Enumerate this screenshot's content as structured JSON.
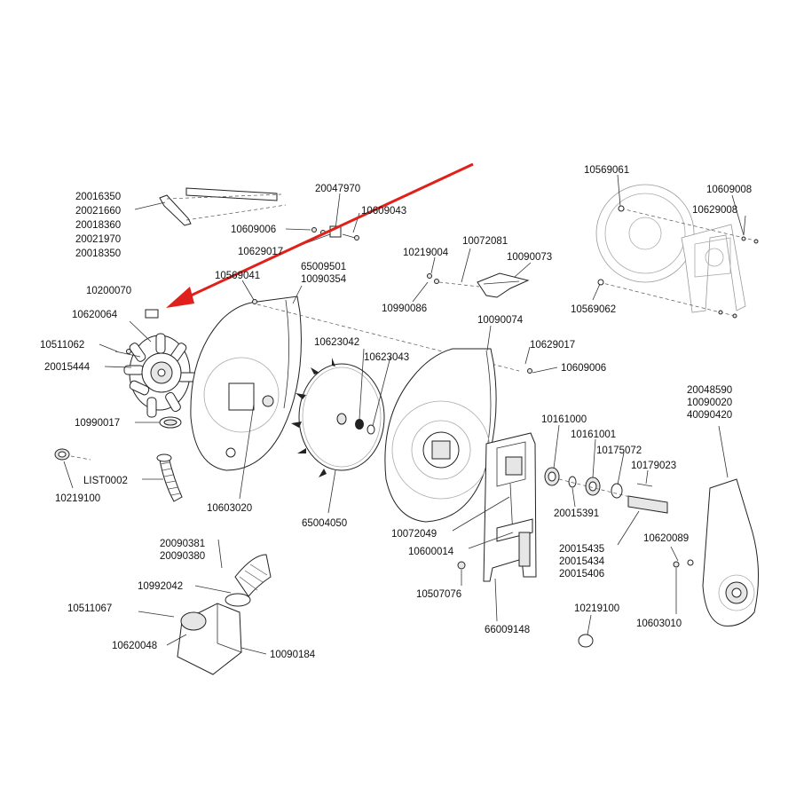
{
  "labels": {
    "l20016350": "20016350",
    "l20021660": "20021660",
    "l20018360": "20018360",
    "l20021970": "20021970",
    "l20018350": "20018350",
    "l20047970": "20047970",
    "l10609006a": "10609006",
    "l10609043": "10609043",
    "l10629017a": "10629017",
    "l10569061": "10569061",
    "l10609008": "10609008",
    "l10629008": "10629008",
    "l10569062": "10569062",
    "l10219004": "10219004",
    "l10072081": "10072081",
    "l10090073": "10090073",
    "l10990086": "10990086",
    "l10569041": "10569041",
    "l65009501": "65009501",
    "l10090354": "10090354",
    "l10200070": "10200070",
    "l10620064": "10620064",
    "l10511062": "10511062",
    "l20015444": "20015444",
    "l10623042": "10623042",
    "l10623043": "10623043",
    "l10090074": "10090074",
    "l10629017b": "10629017",
    "l10609006b": "10609006",
    "l10990017": "10990017",
    "l10161000": "10161000",
    "l10161001": "10161001",
    "l10175072": "10175072",
    "l10179023": "10179023",
    "l20048590": "20048590",
    "l10090020": "10090020",
    "l40090420": "40090420",
    "lLIST0002": "LIST0002",
    "l10219100a": "10219100",
    "l10603020": "10603020",
    "l65004050": "65004050",
    "l20015391": "20015391",
    "l10072049": "10072049",
    "l10600014": "10600014",
    "l20015435": "20015435",
    "l20015434": "20015434",
    "l20015406": "20015406",
    "l10620089": "10620089",
    "l10603010": "10603010",
    "l20090381": "20090381",
    "l20090380": "20090380",
    "l10992042": "10992042",
    "l10507076": "10507076",
    "l10219100b": "10219100",
    "l10511067": "10511067",
    "l66009148": "66009148",
    "l10620048": "10620048",
    "l10090184": "10090184"
  },
  "colors": {
    "ink": "#111111",
    "highlight_arrow": "#e0201b",
    "background": "#ffffff"
  }
}
